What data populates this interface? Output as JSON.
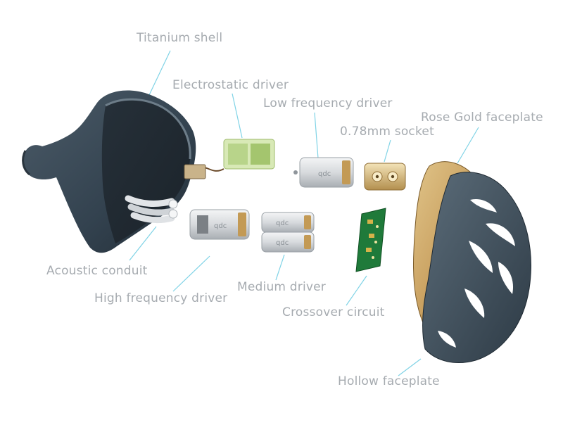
{
  "labels": {
    "titanium_shell": "Titanium shell",
    "electrostatic_driver": "Electrostatic driver",
    "low_frequency_driver": "Low frequency driver",
    "rose_gold_faceplate": "Rose Gold faceplate",
    "socket": "0.78mm socket",
    "acoustic_conduit": "Acoustic conduit",
    "medium_driver": "Medium driver",
    "high_frequency_driver": "High frequency driver",
    "crossover_circuit": "Crossover circuit",
    "hollow_faceplate": "Hollow faceplate"
  },
  "driver_brand": "qdc",
  "colors": {
    "leader_line": "#7fd3e6",
    "label_text": "#a6abb0",
    "shell": "#3b4a57",
    "rose_gold": "#c9a46a",
    "crossover_pcb": "#1f7a3a"
  }
}
